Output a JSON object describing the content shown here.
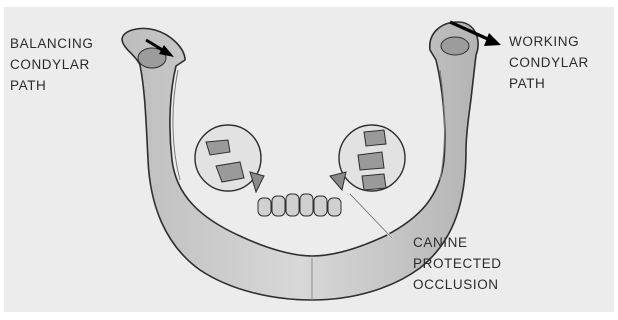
{
  "figure": {
    "labels": {
      "balancing": [
        "BALANCING",
        "CONDYLAR",
        "PATH"
      ],
      "working": [
        "WORKING",
        "CONDYLAR",
        "PATH"
      ],
      "canine": [
        "CANINE",
        "PROTECTED",
        "OCCLUSION"
      ]
    },
    "colors": {
      "background": "#ececec",
      "bone_fill": "#c9c9c9",
      "outline": "#2e2e2e",
      "arrow": "#000000",
      "text": "#2b2b2b"
    }
  }
}
